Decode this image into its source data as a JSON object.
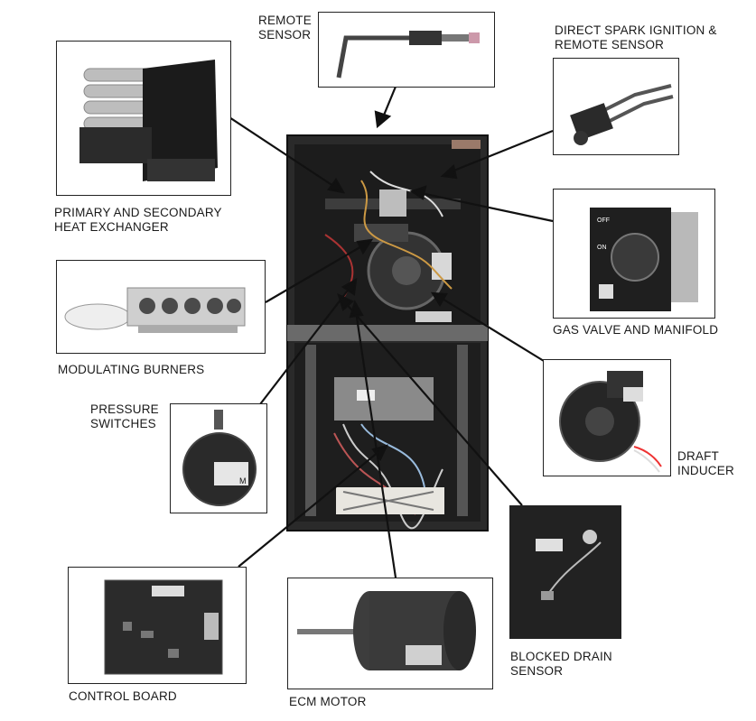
{
  "labels": {
    "remote_sensor": "REMOTE\nSENSOR",
    "direct_spark": "DIRECT SPARK IGNITION &\nREMOTE SENSOR",
    "heat_exchanger": "PRIMARY AND SECONDARY\nHEAT EXCHANGER",
    "gas_valve": "GAS VALVE AND MANIFOLD",
    "modulating_burners": "MODULATING BURNERS",
    "pressure_switches": "PRESSURE\nSWITCHES",
    "draft_inducer": "DRAFT\nINDUCER",
    "blocked_drain": "BLOCKED DRAIN\nSENSOR",
    "control_board": "CONTROL BOARD",
    "ecm_motor": "ECM MOTOR"
  },
  "photo_text": {
    "valve_off": "OFF",
    "valve_on": "ON",
    "switch_letter": "M"
  }
}
